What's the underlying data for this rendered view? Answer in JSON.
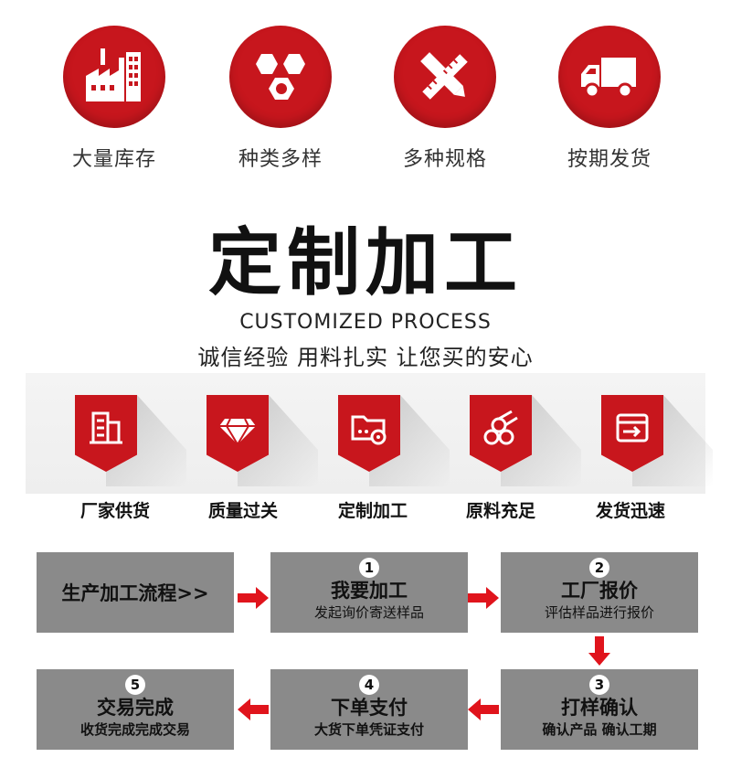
{
  "colors": {
    "brand_red": "#c7161d",
    "box_gray": "#8a8a8a"
  },
  "features": [
    {
      "icon": "factory-icon",
      "label": "大量库存"
    },
    {
      "icon": "hexagon-nut-icon",
      "label": "种类多样"
    },
    {
      "icon": "pencil-ruler-icon",
      "label": "多种规格"
    },
    {
      "icon": "truck-icon",
      "label": "按期发货"
    }
  ],
  "heading": {
    "title": "定制加工",
    "subtitle_en": "CUSTOMIZED PROCESS",
    "slogan": "诚信经验 用料扎实 让您买的安心"
  },
  "advantages": [
    {
      "icon": "building-icon",
      "label": "厂家供货"
    },
    {
      "icon": "diamond-icon",
      "label": "质量过关"
    },
    {
      "icon": "folder-gear-icon",
      "label": "定制加工"
    },
    {
      "icon": "pipes-icon",
      "label": "原料充足"
    },
    {
      "icon": "delivery-box-icon",
      "label": "发货迅速"
    }
  ],
  "process": {
    "intro": "生产加工流程>>",
    "steps": [
      {
        "num": "1",
        "title": "我要加工",
        "sub": "发起询价寄送样品"
      },
      {
        "num": "2",
        "title": "工厂报价",
        "sub": "评估样品进行报价"
      },
      {
        "num": "3",
        "title": "打样确认",
        "sub": "确认产品 确认工期"
      },
      {
        "num": "4",
        "title": "下单支付",
        "sub": "大货下单凭证支付"
      },
      {
        "num": "5",
        "title": "交易完成",
        "sub": "收货完成完成交易"
      }
    ]
  }
}
